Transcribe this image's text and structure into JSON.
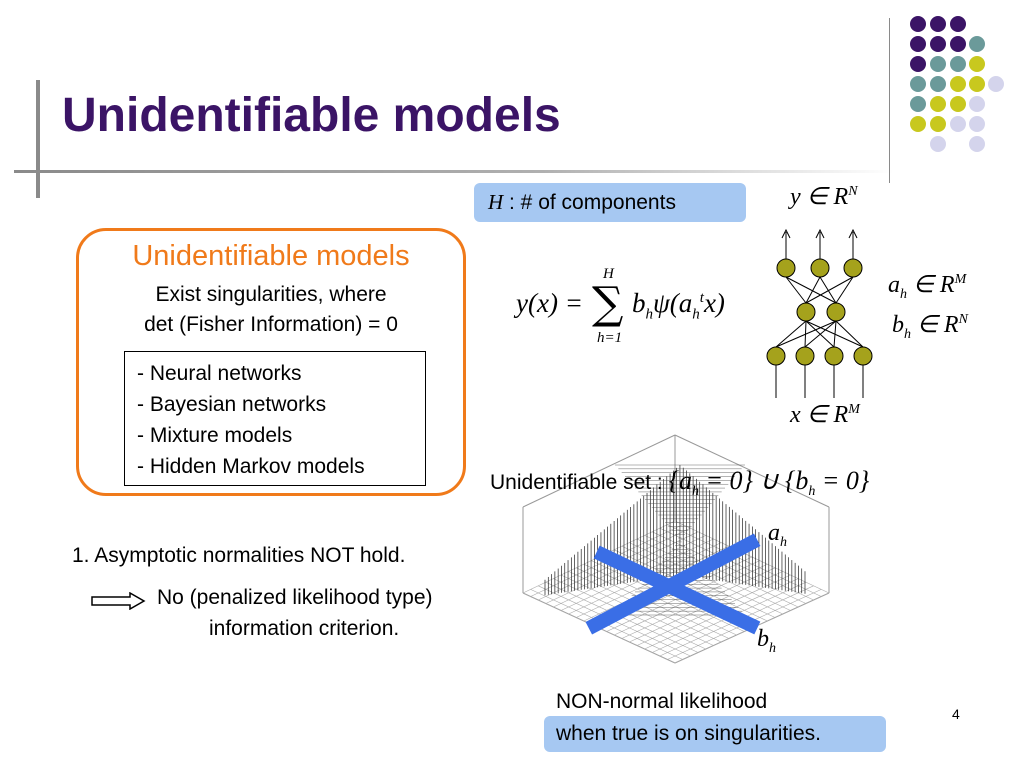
{
  "slide": {
    "title": "Unidentifiable models",
    "page_number": "4"
  },
  "components_box": {
    "symbol": "H",
    "text": " : # of components"
  },
  "left_panel": {
    "heading": "Unidentifiable models",
    "line1": "Exist singularities, where",
    "line2": "det (Fisher Information) = 0",
    "list": [
      "- Neural networks",
      "- Bayesian networks",
      "- Mixture models",
      "- Hidden Markov models"
    ]
  },
  "points": {
    "item1": "1. Asymptotic normalities NOT hold.",
    "item2_line1": "No (penalized likelihood type)",
    "item2_line2": "information criterion."
  },
  "network": {
    "output_label": "y ∈ R",
    "output_sup": "N",
    "input_label": "x ∈ R",
    "input_sup": "M",
    "a_label": "a",
    "a_sub": "h",
    "a_rest": " ∈ R",
    "a_sup": "M",
    "b_label": "b",
    "b_sub": "h",
    "b_rest": " ∈ R",
    "b_sup": "N"
  },
  "formula": {
    "lhs": "y(x) =",
    "sum_top": "H",
    "sum_bottom": "h=1",
    "body": "b",
    "body_sub": "h",
    "psi": "ψ(a",
    "psi_sub": "h",
    "psi_sup": "t",
    "tail": "x)"
  },
  "unidentifiable_set": {
    "label": "Unidentifiable set : ",
    "expr": "{a",
    "expr_sub1": "h",
    "expr_mid": " = 0} ∪ {b",
    "expr_sub2": "h",
    "expr_end": " = 0}"
  },
  "surface": {
    "a_axis": "a",
    "a_sub": "h",
    "b_axis": "b",
    "b_sub": "h"
  },
  "likelihood_note": {
    "line1": "NON-normal likelihood",
    "line2": "when true is on singularities."
  },
  "colors": {
    "title": "#3b1466",
    "accent_orange": "#f07a1a",
    "highlight_blue": "#a6c8f2",
    "node_fill": "#a5a21c",
    "cross_blue": "#3a6ee6",
    "dot_purple": "#3b1466",
    "dot_teal": "#6b9a9a",
    "dot_yellow": "#c8c81e",
    "dot_lavender": "#d4d4ec"
  }
}
